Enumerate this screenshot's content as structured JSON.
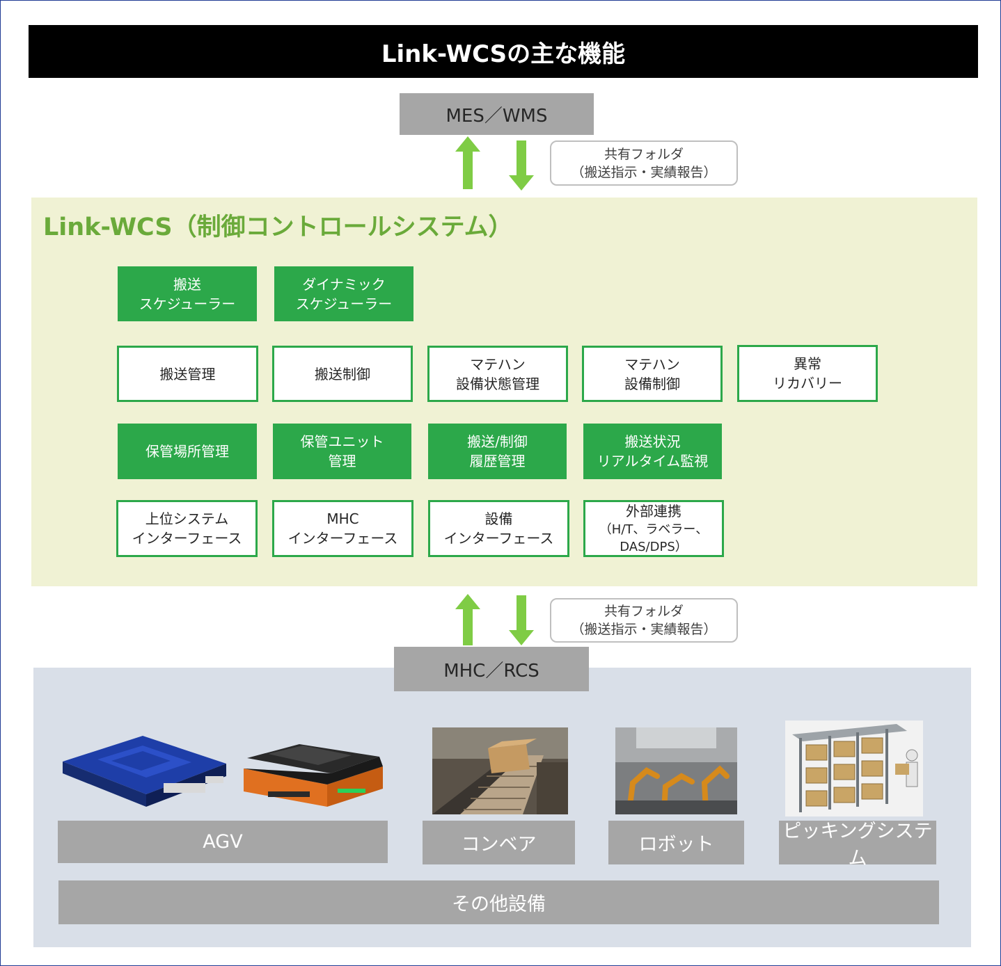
{
  "title": "Link-WCSの主な機能",
  "top_system": "MES／WMS",
  "shared_folder": {
    "line1": "共有フォルダ",
    "line2": "（搬送指示・実績報告）"
  },
  "wcs_title": "Link-WCS（制御コントロールシステム）",
  "functions": {
    "row1": [
      {
        "line1": "搬送",
        "line2": "スケジューラー"
      },
      {
        "line1": "ダイナミック",
        "line2": "スケジューラー"
      }
    ],
    "row2": [
      {
        "line1": "搬送管理"
      },
      {
        "line1": "搬送制御"
      },
      {
        "line1": "マテハン",
        "line2": "設備状態管理"
      },
      {
        "line1": "マテハン",
        "line2": "設備制御"
      },
      {
        "line1": "異常",
        "line2": "リカバリー"
      }
    ],
    "row3": [
      {
        "line1": "保管場所管理"
      },
      {
        "line1": "保管ユニット",
        "line2": "管理"
      },
      {
        "line1": "搬送/制御",
        "line2": "履歴管理"
      },
      {
        "line1": "搬送状況",
        "line2": "リアルタイム監視"
      }
    ],
    "row4": [
      {
        "line1": "上位システム",
        "line2": "インターフェース"
      },
      {
        "line1": "MHC",
        "line2": "インターフェース"
      },
      {
        "line1": "設備",
        "line2": "インターフェース"
      },
      {
        "line1": "外部連携",
        "line2": "（H/T、ラベラー、",
        "line3": "DAS/DPS）"
      }
    ]
  },
  "lower_system": "MHC／RCS",
  "equipment": [
    "AGV",
    "コンベア",
    "ロボット",
    "ピッキングシステム"
  ],
  "other_equipment": "その他設備",
  "colors": {
    "accent_green": "#2ca84a",
    "arrow_green": "#7fcc45",
    "title_green": "#6aaa3a",
    "panel_yellow": "#f0f2d4",
    "panel_blue": "#d9dfe8",
    "grey": "#a6a6a6"
  },
  "icons": [
    "arrow-up-icon",
    "arrow-down-icon",
    "agv-image",
    "conveyor-image",
    "robot-image",
    "picking-image"
  ]
}
